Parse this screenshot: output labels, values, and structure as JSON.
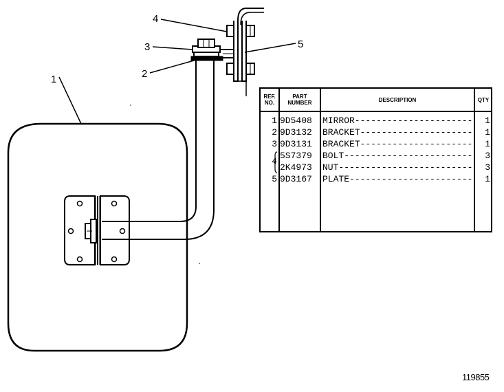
{
  "callouts": [
    "1",
    "2",
    "3",
    "4",
    "5"
  ],
  "table": {
    "headers": {
      "ref_line1": "REF.",
      "ref_line2": "NO.",
      "part_line1": "PART",
      "part_line2": "NUMBER",
      "description": "DESCRIPTION",
      "qty": "QTY"
    },
    "rows": [
      {
        "ref": "1",
        "part": "9D5408",
        "desc": "MIRROR----------------------------------",
        "qty": "1"
      },
      {
        "ref": "2",
        "part": "9D3132",
        "desc": "BRACKET----------------------------------",
        "qty": "1"
      },
      {
        "ref": "3",
        "part": "9D3131",
        "desc": "BRACKET----------------------------------",
        "qty": "1"
      },
      {
        "ref": "4",
        "part": "5S7379",
        "desc": "BOLT--------------------------------------",
        "qty": "3"
      },
      {
        "ref": "",
        "part": "2K4973",
        "desc": "NUT---------------------------------------",
        "qty": "3"
      },
      {
        "ref": "5",
        "part": "9D3167",
        "desc": "PLATE-------------------------------------",
        "qty": "1"
      }
    ]
  },
  "drawing_number": "119855"
}
